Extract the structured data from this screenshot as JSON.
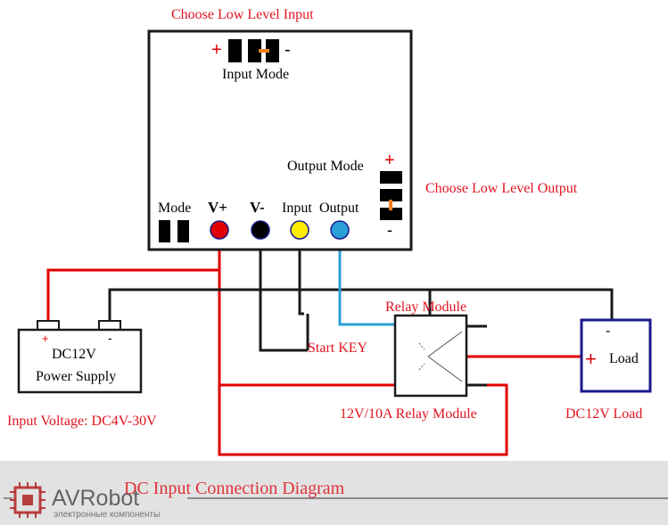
{
  "titles": {
    "choose_low_input": "Choose Low Level Input",
    "choose_low_output": "Choose Low Level Output",
    "input_voltage": "Input Voltage: DC4V-30V",
    "diagram_title": "DC Input Connection Diagram"
  },
  "board": {
    "input_mode_label": "Input Mode",
    "input_mode_plus": "+",
    "input_mode_minus": "-",
    "output_mode_label": "Output Mode",
    "output_mode_plus": "+",
    "output_mode_minus": "-",
    "mode_label": "Mode",
    "terminals": [
      {
        "label": "V+",
        "color": "#e00000"
      },
      {
        "label": "V-",
        "color": "#000000"
      },
      {
        "label": "Input",
        "color": "#ffee00"
      },
      {
        "label": "Output",
        "color": "#2aa0d8"
      }
    ]
  },
  "power_supply": {
    "plus": "+",
    "minus": "-",
    "line1": "DC12V",
    "line2": "Power Supply"
  },
  "start_key": {
    "label": "Start KEY"
  },
  "relay": {
    "title": "Relay Module",
    "caption": "12V/10A Relay Module"
  },
  "load": {
    "minus": "-",
    "plus": "+",
    "label": "Load",
    "caption": "DC12V Load"
  },
  "watermark": {
    "brand": "AVRobot",
    "tagline": "электронные компоненты"
  },
  "colors": {
    "red": "#e00000",
    "blue_wire": "#2aa0d8",
    "label_red": "#e0141e",
    "load_border": "#1a1a8c",
    "jumper": "#f08020"
  }
}
